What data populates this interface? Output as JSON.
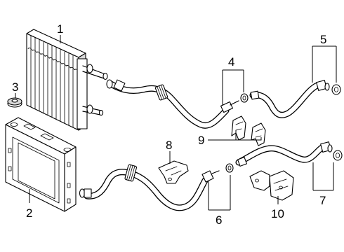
{
  "diagram": {
    "background_color": "#ffffff",
    "line_color": "#000000",
    "callouts": [
      "1",
      "2",
      "3",
      "4",
      "5",
      "6",
      "7",
      "8",
      "9",
      "10"
    ]
  }
}
